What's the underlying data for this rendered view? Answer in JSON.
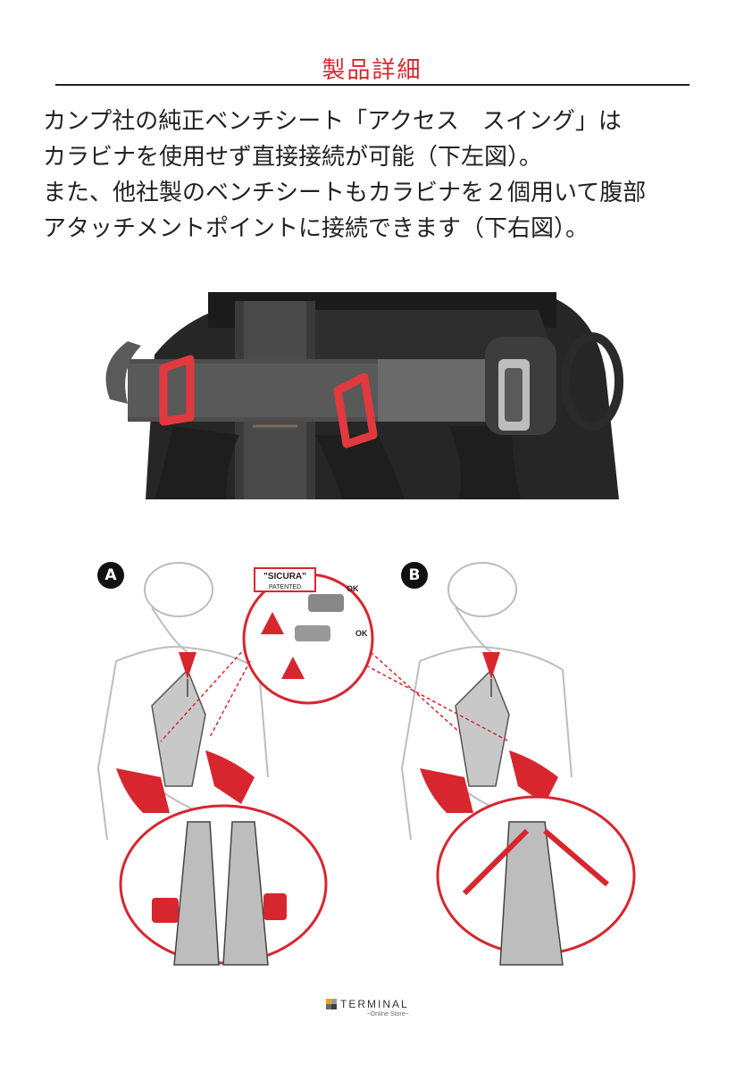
{
  "section": {
    "title": "製品詳細"
  },
  "description": {
    "lines": [
      "カンプ社の純正ベンチシート「アクセス　スイング」は",
      "カラビナを使用せず直接接続が可能（下左図）。",
      "また、他社製のベンチシートもカラビナを２個用いて腹部",
      "アタッチメントポイントに接続できます（下右図）。"
    ]
  },
  "diagram": {
    "badge_a": "A",
    "badge_b": "B",
    "patent_label": "\"SICURA\"",
    "patent_sub": "PATENTED",
    "ok_1": "OK",
    "ok_2": "OK"
  },
  "colors": {
    "accent": "#d7262e",
    "text": "#222222"
  },
  "footer": {
    "logo_name": "TERMINAL",
    "logo_sub": "~Online Store~"
  }
}
